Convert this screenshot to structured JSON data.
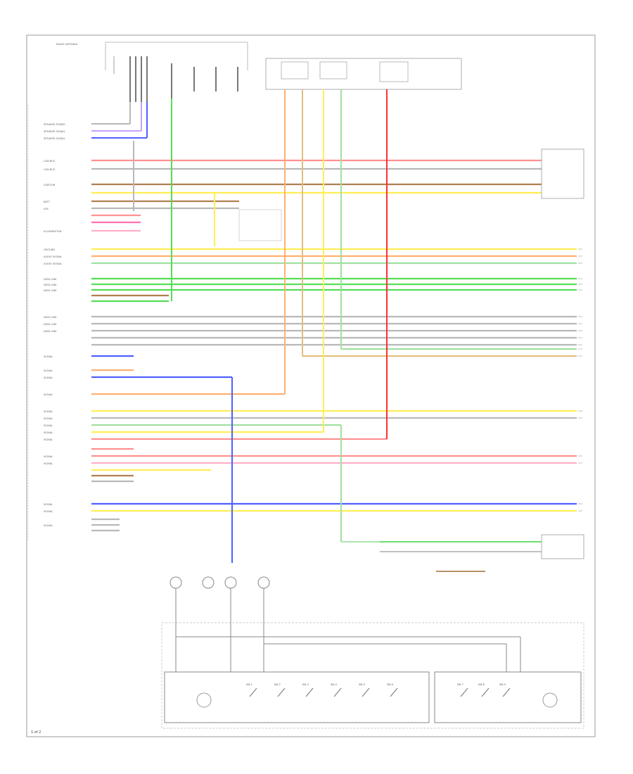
{
  "colors": {
    "red": "#ff8080",
    "red_strong": "#ff3030",
    "pink": "#ffb0c8",
    "orange": "#ffb070",
    "yellow": "#ffee55",
    "green": "#55dd55",
    "blue": "#5060ff",
    "gray": "#b8b8b8",
    "brown": "#b08050",
    "tan": "#e0c080",
    "frame": "#999999"
  },
  "corner_label": "1 of 2",
  "left_labels": [
    "RADIO ANTENNA",
    "SPEAKER POWER",
    "SPEAKER SIGNAL",
    "SPEAKER SIGNAL",
    "CAN BUS",
    "CAN BUS",
    "IGNITION",
    "BATT",
    "IGN",
    "ILLUMINATION",
    "GROUND",
    "AUDIO SIGNAL",
    "AUDIO SIGNAL",
    "DATA LINK",
    "DATA LINK",
    "DATA LINK",
    "DATA LINK",
    "DATA LINK",
    "DATA LINK",
    "SIGNAL",
    "SIGNAL",
    "SIGNAL",
    "SIGNAL",
    "SIGNAL",
    "SIGNAL",
    "SIGNAL",
    "SIGNAL",
    "SIGNAL",
    "SIGNAL",
    "SIGNAL",
    "SIGNAL",
    "SIGNAL",
    "SIGNAL"
  ],
  "bottom_switches": [
    "SW 1",
    "SW 2",
    "SW 3",
    "SW 4",
    "SW 5",
    "SW 6"
  ],
  "right_switches": [
    "SW 7",
    "SW 8",
    "SW 9"
  ]
}
